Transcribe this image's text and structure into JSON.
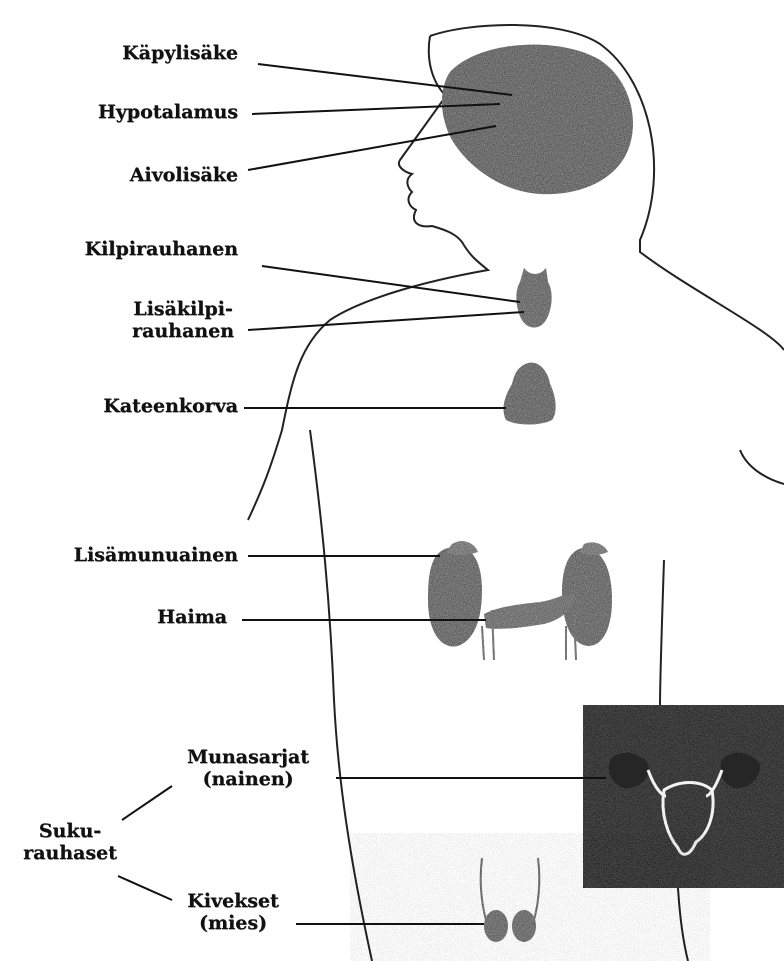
{
  "labels": {
    "kapylisake": "Käpylisäke",
    "hypotalamus": "Hypotalamus",
    "aivolisake": "Aivolisäke",
    "kilpirauhanen": "Kilpirauhanen",
    "lisakilpi_1": "Lisäkilpi-",
    "lisakilpi_2": "rauhanen",
    "kateenkorva": "Kateenkorva",
    "lisamunuainen": "Lisämunuainen",
    "haima": "Haima",
    "munasarjat_1": "Munasarjat",
    "munasarjat_2": "(nainen)",
    "suku_1": "Suku-",
    "suku_2": "rauhaset",
    "kivekset_1": "Kivekset",
    "kivekset_2": "(mies)"
  },
  "colors": {
    "ink": "#111111",
    "organ": "#3b3b3b",
    "outline": "#222222",
    "paper": "#ffffff"
  }
}
